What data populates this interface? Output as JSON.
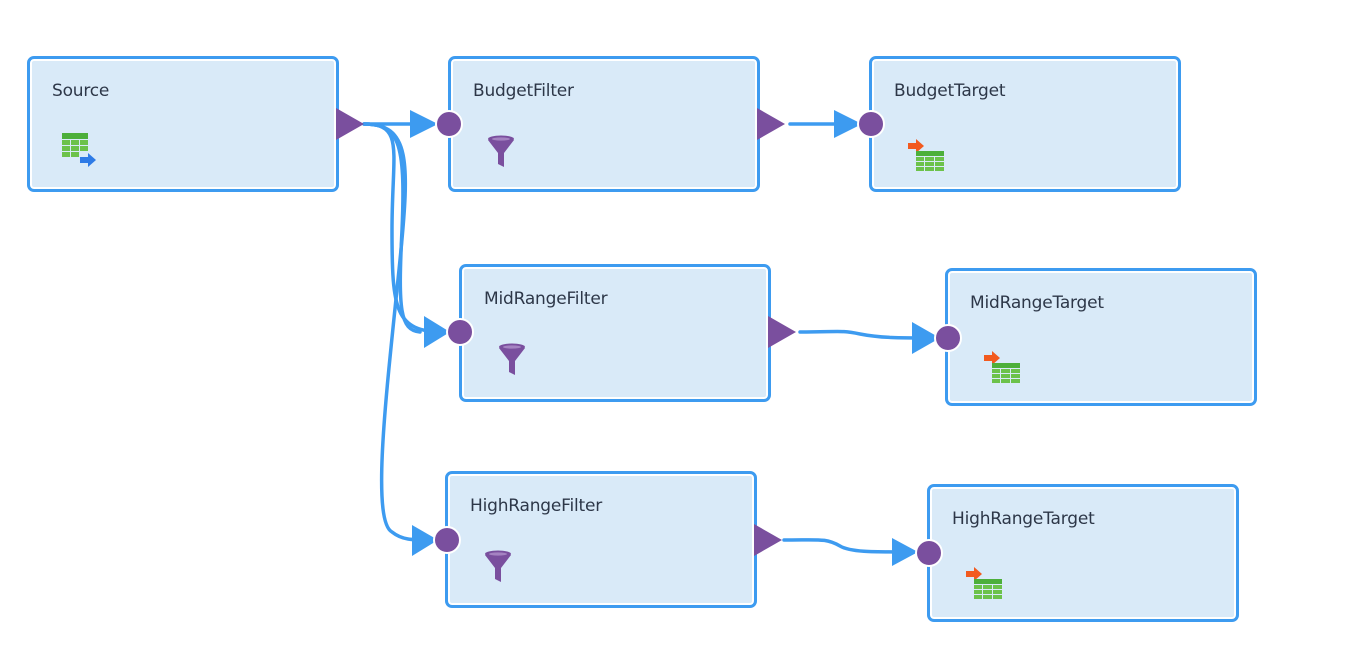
{
  "nodes": {
    "source": {
      "title": "Source",
      "icon": "source-table-icon"
    },
    "budget_filter": {
      "title": "BudgetFilter",
      "icon": "filter-funnel-icon"
    },
    "budget_target": {
      "title": "BudgetTarget",
      "icon": "target-table-icon"
    },
    "midrange_filter": {
      "title": "MidRangeFilter",
      "icon": "filter-funnel-icon"
    },
    "midrange_target": {
      "title": "MidRangeTarget",
      "icon": "target-table-icon"
    },
    "highrange_filter": {
      "title": "HighRangeFilter",
      "icon": "filter-funnel-icon"
    },
    "highrange_target": {
      "title": "HighRangeTarget",
      "icon": "target-table-icon"
    }
  },
  "links": [
    {
      "from": "Source",
      "to": "BudgetFilter"
    },
    {
      "from": "Source",
      "to": "MidRangeFilter"
    },
    {
      "from": "Source",
      "to": "HighRangeFilter"
    },
    {
      "from": "BudgetFilter",
      "to": "BudgetTarget"
    },
    {
      "from": "MidRangeFilter",
      "to": "MidRangeTarget"
    },
    {
      "from": "HighRangeFilter",
      "to": "HighRangeTarget"
    }
  ],
  "colors": {
    "node_fill": "#d9eaf8",
    "node_border": "#3d9bf0",
    "link": "#3d9bf0",
    "port": "#7a4f9e",
    "funnel": "#7a4f9e",
    "table_green": "#4caf3a",
    "source_arrow": "#2e7be6",
    "target_arrow": "#f25a1f"
  }
}
